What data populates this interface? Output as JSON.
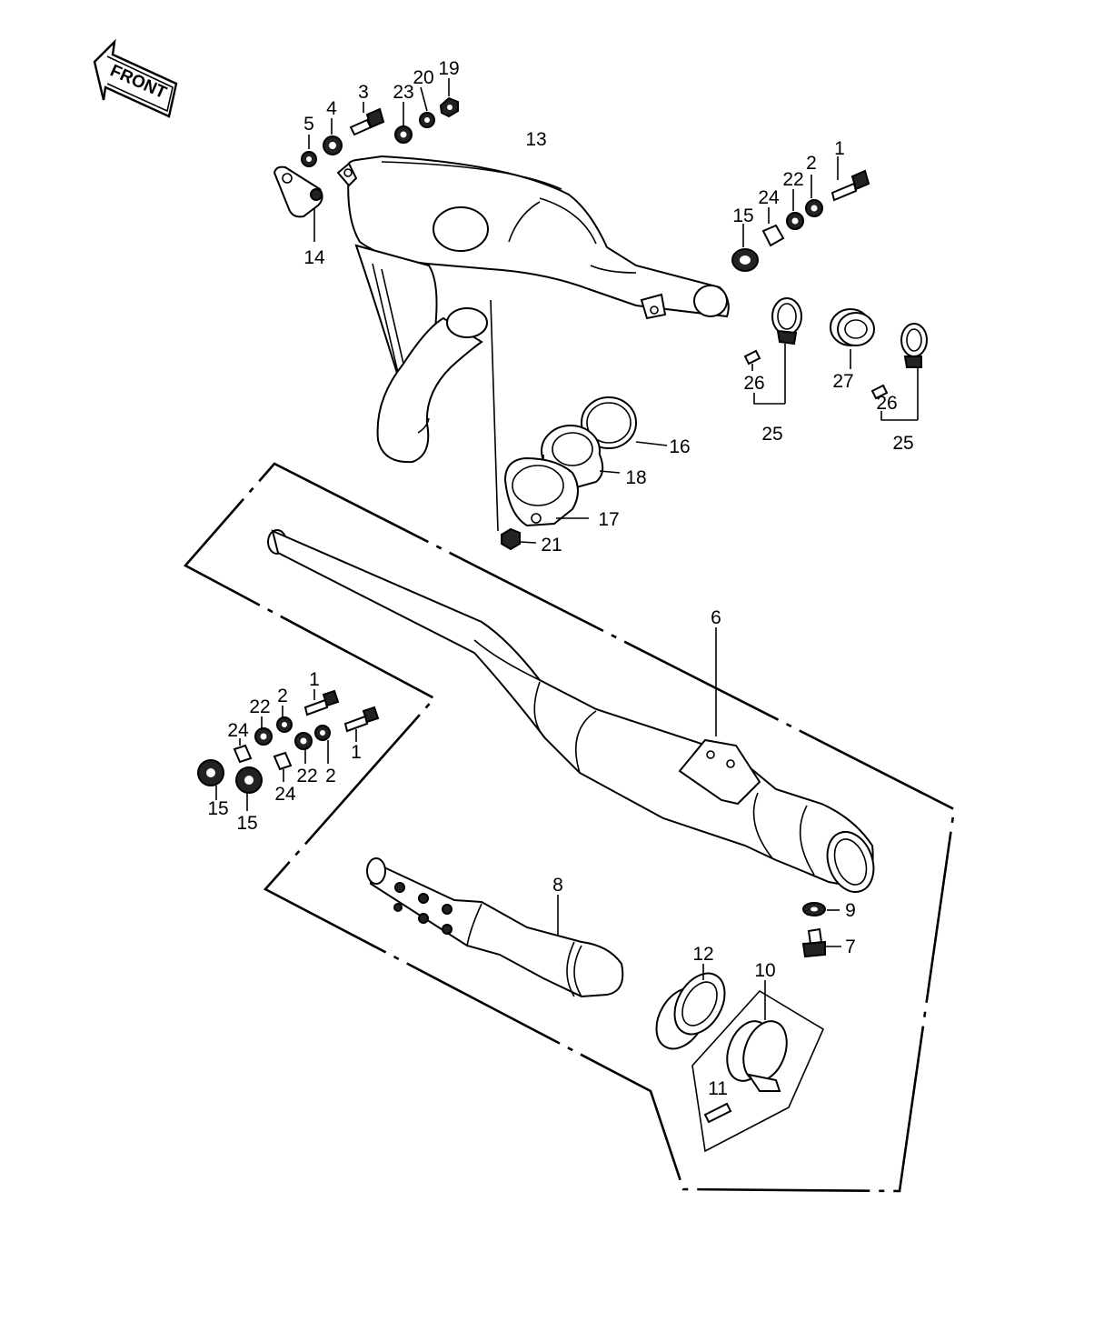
{
  "title": "",
  "front_label": "FRONT",
  "callouts": {
    "c1a": "1",
    "c2a": "2",
    "c22a": "22",
    "c24a": "24",
    "c15a": "15",
    "c3": "3",
    "c4": "4",
    "c5": "5",
    "c23": "23",
    "c20": "20",
    "c19": "19",
    "c13": "13",
    "c14": "14",
    "c16": "16",
    "c18": "18",
    "c17": "17",
    "c21": "21",
    "c26a": "26",
    "c25a": "25",
    "c27": "27",
    "c26b": "26",
    "c25b": "25",
    "c6": "6",
    "c1b": "1",
    "c22b": "22",
    "c2b": "2",
    "c24b": "24",
    "c1c": "1",
    "c22c": "22",
    "c2c": "2",
    "c24c": "24",
    "c15b": "15",
    "c15c": "15",
    "c8": "8",
    "c9": "9",
    "c7": "7",
    "c12": "12",
    "c10": "10",
    "c11": "11"
  }
}
